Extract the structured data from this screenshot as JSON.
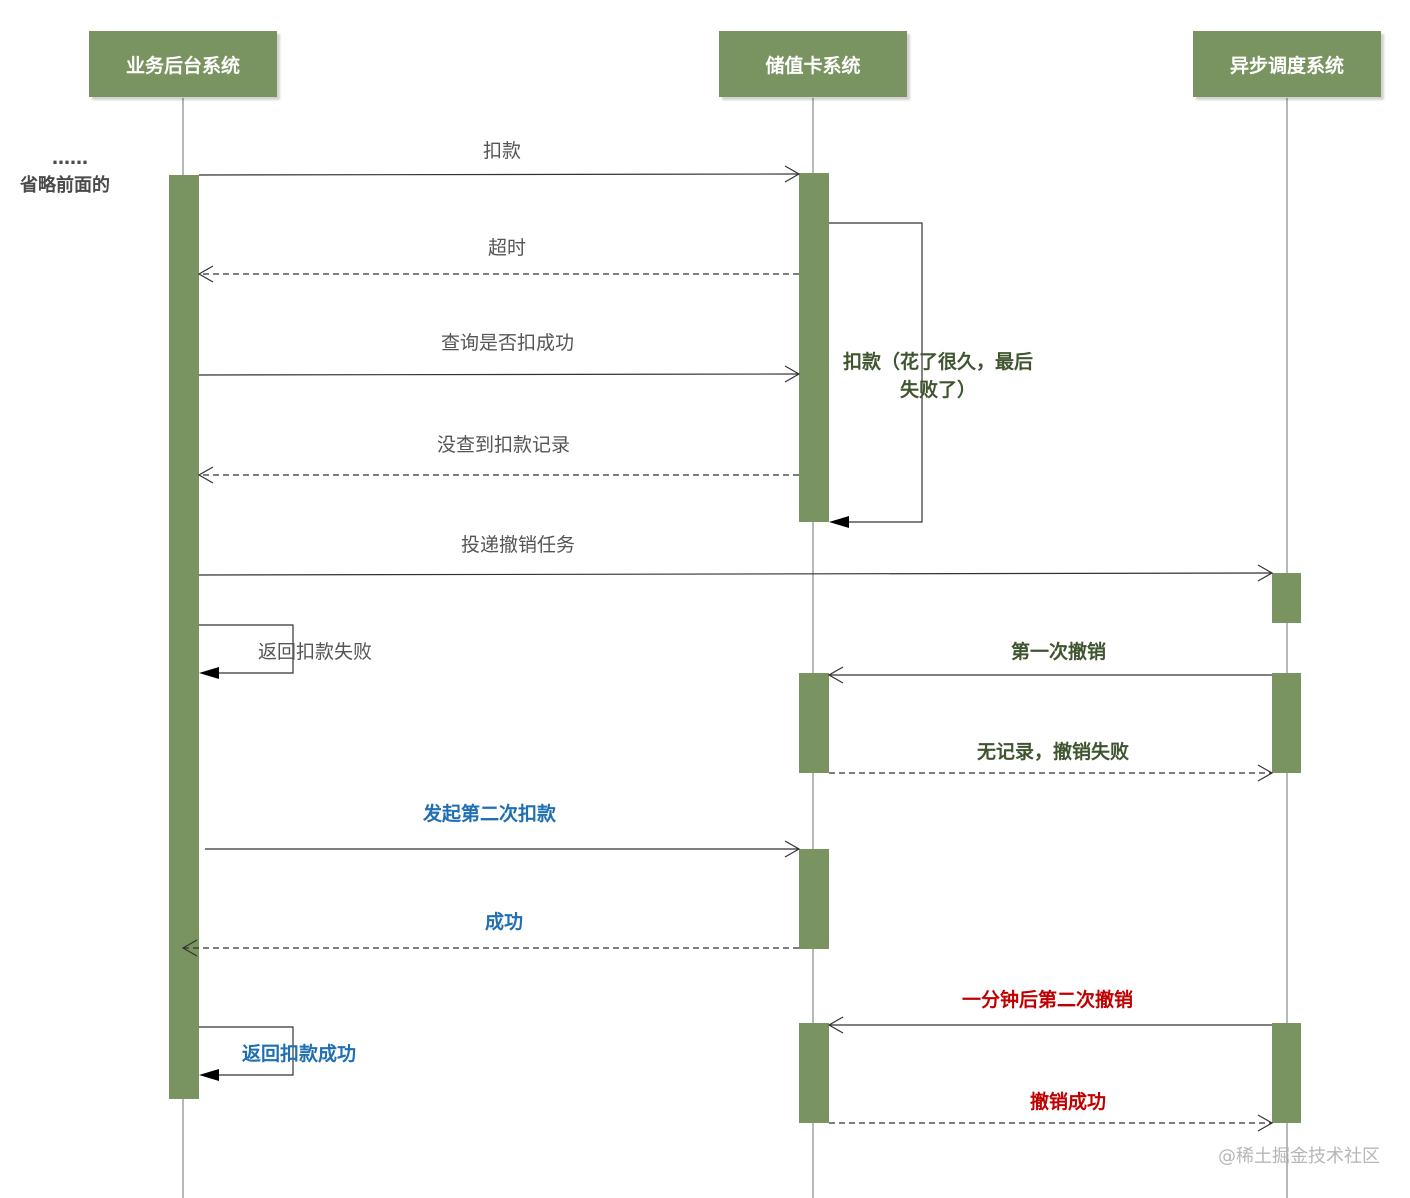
{
  "participants": {
    "business": "业务后台系统",
    "card": "储值卡系统",
    "async": "异步调度系统"
  },
  "notes": {
    "ellipsis": "……",
    "omitted": "省略前面的"
  },
  "messages": {
    "deduct": "扣款",
    "timeout": "超时",
    "query": "查询是否扣成功",
    "no_record": "没查到扣款记录",
    "dispatch_cancel": "投递撤销任务",
    "return_fail": "返回扣款失败",
    "first_cancel": "第一次撤销",
    "no_record_cancel_fail": "无记录，撤销失败",
    "second_deduct": "发起第二次扣款",
    "success": "成功",
    "minute_later_cancel": "一分钟后第二次撤销",
    "return_success": "返回扣款成功",
    "cancel_success": "撤销成功"
  },
  "self_call": {
    "line1": "扣款（花了很久，最后",
    "line2": "失败了）"
  },
  "watermark": "@稀土掘金技术社区",
  "colors": {
    "participant_fill": "#7a9461",
    "activation_fill": "#7a9461",
    "line": "#333333",
    "blue_text": "#1f6fb2",
    "red_text": "#c00000"
  }
}
